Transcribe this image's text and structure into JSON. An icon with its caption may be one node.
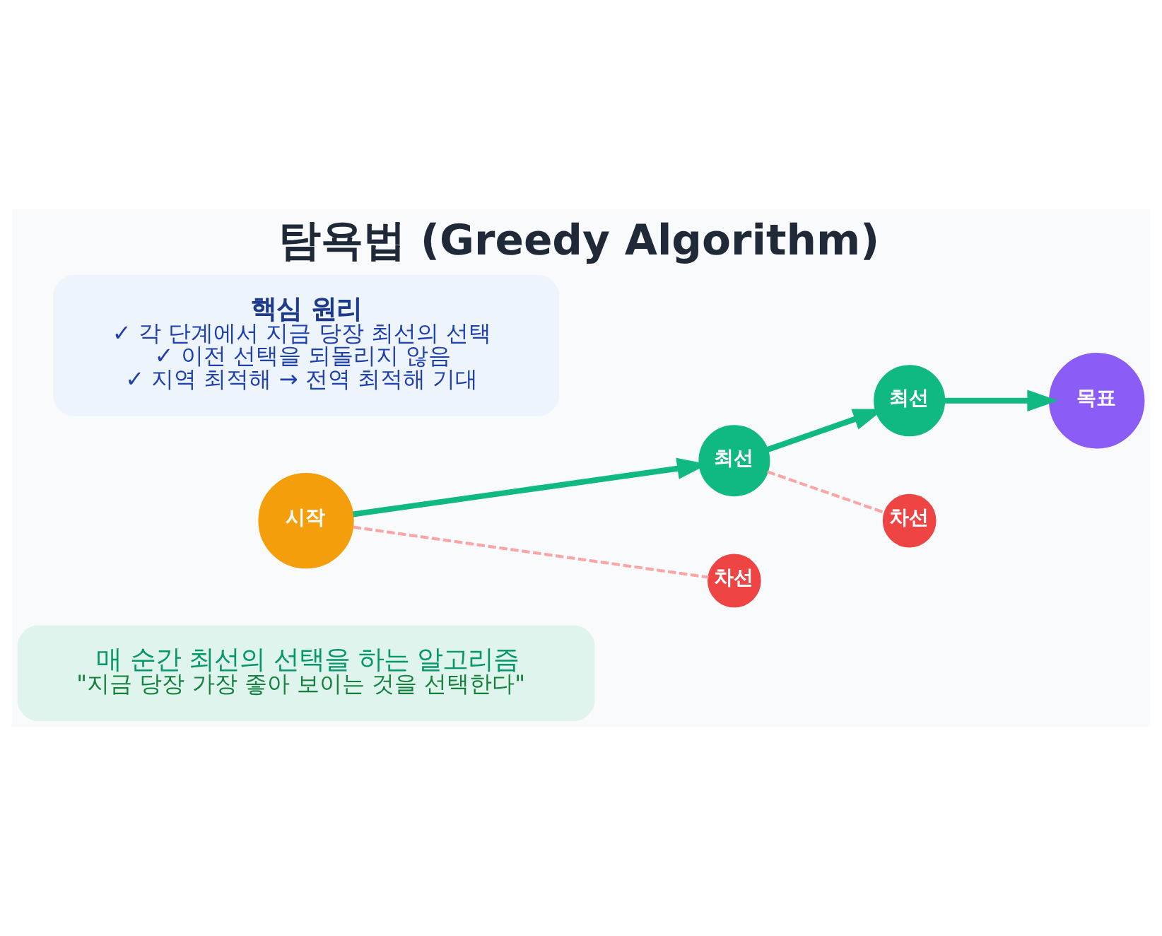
{
  "diagram": {
    "title": "탐욕법 (Greedy Algorithm)",
    "nodes": [
      {
        "text": [
          "매 순간 최선의 선택을 하는 알고리즘",
          "\"지금 당장 가장 좋아 보이는 것을 선택한다\""
        ]
      },
      {
        "text": [
          "시작"
        ]
      },
      {
        "text": [
          "최선"
        ]
      },
      {
        "text": [
          "최선"
        ]
      },
      {
        "text": [
          "목표"
        ]
      },
      {
        "text": [
          "차선"
        ]
      },
      {
        "text": [
          "차선"
        ]
      },
      {
        "text": [
          "핵심 원리",
          "✓ 각 단계에서 지금 당장 최선의 선택",
          "✓ 이전 선택을 되돌리지 않음",
          "✓ 지역 최적해 → 전역 최적해 기대"
        ]
      }
    ],
    "edges": [
      {
        "from": 1,
        "to": 2,
        "arrow": "to"
      },
      {
        "from": 2,
        "to": 3,
        "arrow": "to"
      },
      {
        "from": 3,
        "to": 4,
        "arrow": "to"
      },
      {
        "from": 1,
        "to": 5,
        "arrow": "none",
        "style": "dashed",
        "color": "#fca5a5"
      },
      {
        "from": 2,
        "to": 6,
        "arrow": "none",
        "style": "dashed",
        "color": "#fca5a5"
      }
    ]
  }
}
